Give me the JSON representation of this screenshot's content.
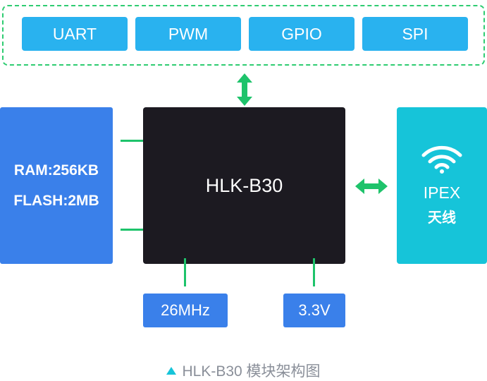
{
  "interfaces": [
    "UART",
    "PWM",
    "GPIO",
    "SPI"
  ],
  "memory": {
    "ram": "RAM:256KB",
    "flash": "FLASH:2MB"
  },
  "chip": {
    "name": "HLK-B30"
  },
  "antenna": {
    "line1": "IPEX",
    "line2": "天线",
    "icon": "wifi-icon"
  },
  "crystal": "26MHz",
  "voltage": "3.3V",
  "caption": "HLK-B30 模块架构图",
  "colors": {
    "interface": "#29b2ef",
    "memory": "#3a80ea",
    "chip": "#1c1a21",
    "antenna": "#16c4d9",
    "connector": "#1ec36b"
  }
}
